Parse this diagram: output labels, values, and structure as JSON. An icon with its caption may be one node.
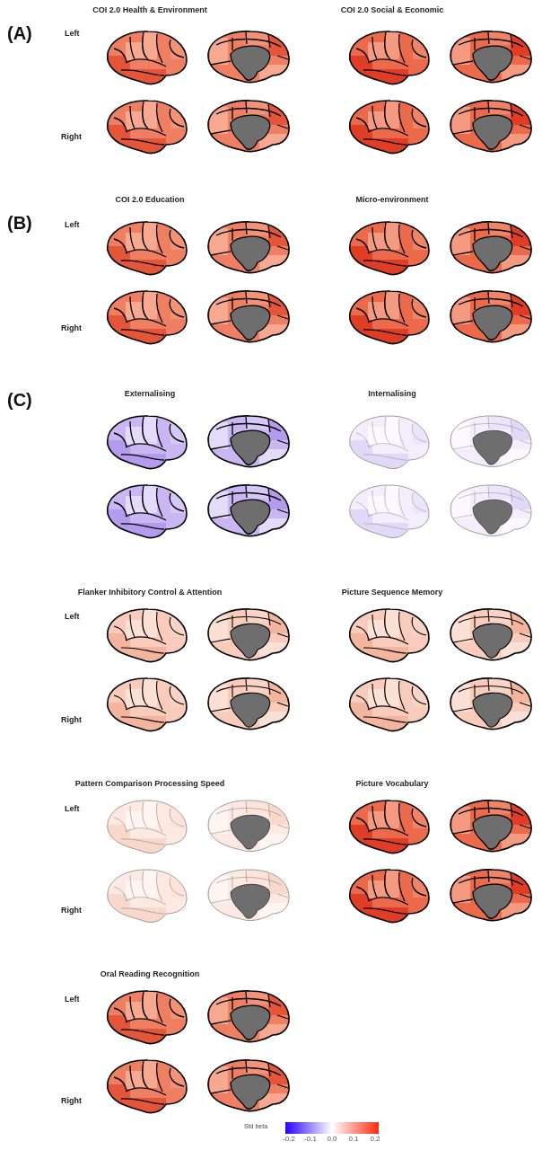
{
  "diagram": {
    "labels": [
      "COI 2.0 Health & Environment",
      "COI 2.0 Social & Economic",
      "(A)",
      "Left",
      "Right",
      "COI 2.0 Education",
      "Micro-environment",
      "(B)",
      "Left",
      "Right",
      "(C)",
      "Externalising",
      "Internalising",
      "Flanker Inhibitory Control & Attention",
      "Picture Sequence Memory",
      "Left",
      "Right",
      "Pattern Comparison Processing Speed",
      "Picture Vocabulary",
      "Left",
      "Right",
      "Oral Reading Recognition",
      "Left",
      "Right",
      "Std beta",
      "-0.2",
      "-0.1",
      "0.0",
      "0.1",
      "0.2"
    ]
  }
}
